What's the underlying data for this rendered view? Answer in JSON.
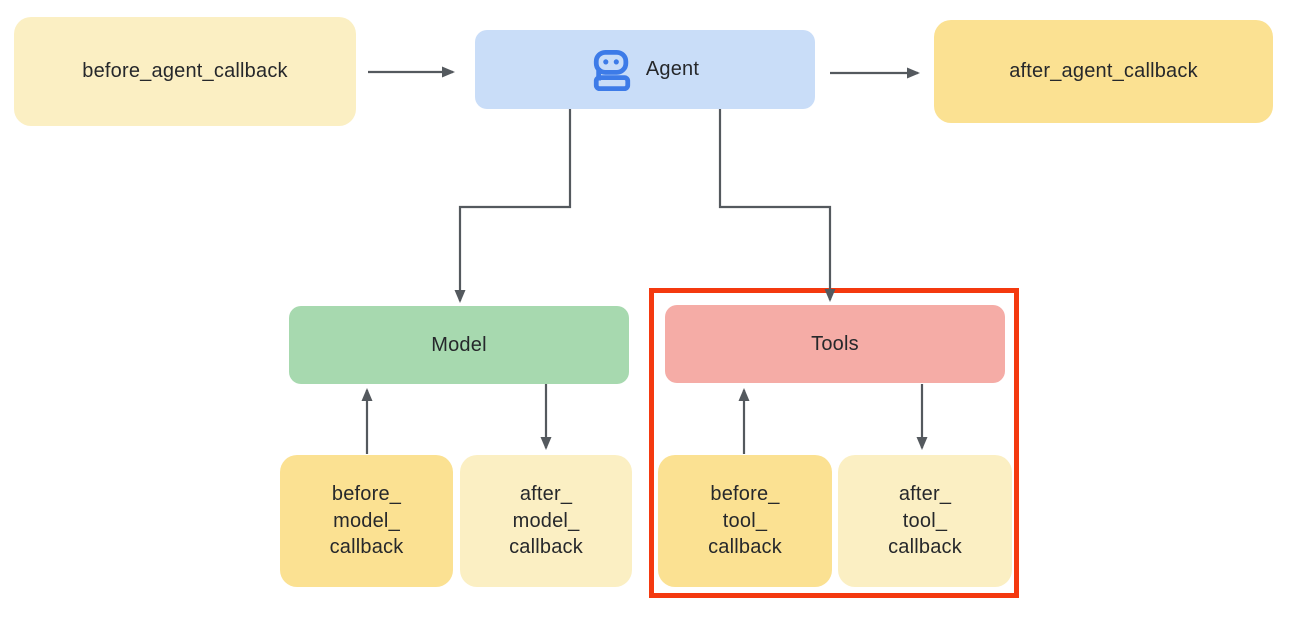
{
  "diagram": {
    "nodes": {
      "before_agent": {
        "label": "before_agent_callback",
        "fill": "#FBEFC3"
      },
      "agent": {
        "label": "Agent",
        "fill": "#C9DDF8",
        "icon": "robot-icon",
        "icon_color": "#3D7BE8"
      },
      "after_agent": {
        "label": "after_agent_callback",
        "fill": "#FBE192"
      },
      "model": {
        "label": "Model",
        "fill": "#A7D9AF"
      },
      "tools": {
        "label": "Tools",
        "fill": "#F5ACA6"
      },
      "before_model": {
        "label": "before_\nmodel_\ncallback",
        "fill": "#FBE192"
      },
      "after_model": {
        "label": "after_\nmodel_\ncallback",
        "fill": "#FBEFC3"
      },
      "before_tool": {
        "label": "before_\ntool_\ncallback",
        "fill": "#FBE192"
      },
      "after_tool": {
        "label": "after_\ntool_\ncallback",
        "fill": "#FBEFC3"
      }
    },
    "highlight": {
      "target": "tools-group",
      "color": "#F4390F"
    },
    "colors": {
      "arrow": "#54595E",
      "text": "#26282B",
      "background": "#FFFFFF"
    }
  }
}
